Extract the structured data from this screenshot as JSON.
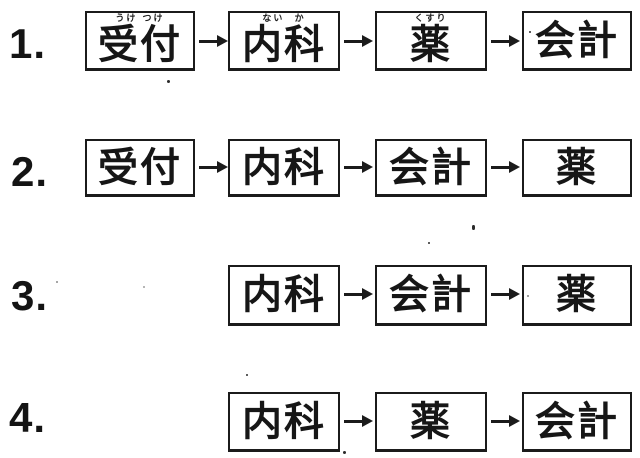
{
  "document": {
    "type": "scanned quiz answer diagram",
    "background": "#ffffff",
    "ink": "#1b1b1b"
  },
  "icons": {
    "arrow_right": "→"
  },
  "rows": [
    {
      "number": "1.",
      "items": [
        {
          "label": "受付",
          "furigana": "うけ つけ"
        },
        {
          "label": "内科",
          "furigana": "ない  か"
        },
        {
          "label": "薬",
          "furigana": "くすり"
        },
        {
          "label": "会計"
        }
      ]
    },
    {
      "number": "2.",
      "items": [
        {
          "label": "受付"
        },
        {
          "label": "内科"
        },
        {
          "label": "会計"
        },
        {
          "label": "薬"
        }
      ]
    },
    {
      "number": "3.",
      "items": [
        {
          "label": "内科"
        },
        {
          "label": "会計"
        },
        {
          "label": "薬"
        }
      ]
    },
    {
      "number": "4.",
      "items": [
        {
          "label": "内科"
        },
        {
          "label": "薬"
        },
        {
          "label": "会計"
        }
      ]
    }
  ]
}
